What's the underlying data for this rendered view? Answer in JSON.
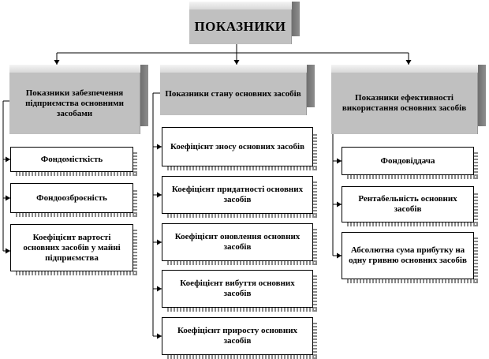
{
  "root": {
    "label": "ПОКАЗНИКИ"
  },
  "columns": [
    {
      "header": "Показники забезпечення підприємства основними засобами",
      "items": [
        "Фондомісткість",
        "Фондоозброєність",
        "Коефіцієнт вартості основних засобів у майні підприємства"
      ]
    },
    {
      "header": "Показники стану основних засобів",
      "items": [
        "Коефіцієнт зносу основних засобів",
        "Коефіцієнт придатності основних засобів",
        "Коефіцієнт оновлення основних засобів",
        "Коефіцієнт вибуття основних засобів",
        "Коефіцієнт приросту основних засобів"
      ]
    },
    {
      "header": "Показники ефективності використання основних засобів",
      "items": [
        "Фондовіддача",
        "Рентабельність основних засобів",
        "Абсолютна сума прибутку на одну гривню основних засобів"
      ]
    }
  ]
}
